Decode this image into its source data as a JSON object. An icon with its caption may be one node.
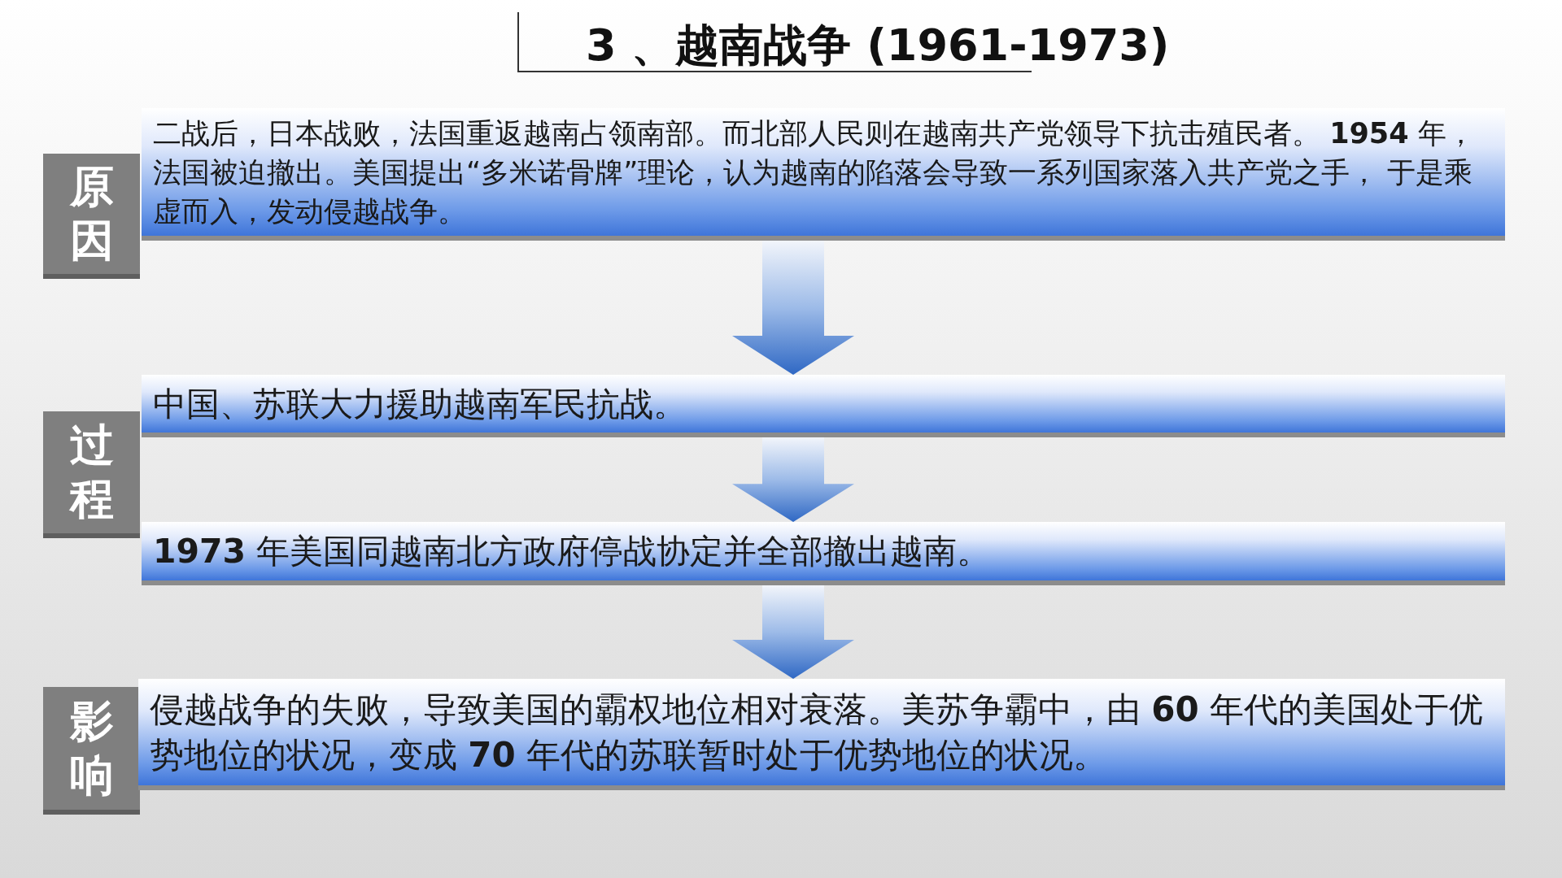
{
  "diagram": {
    "title": "3 、越南战争 (1961-1973)",
    "nodes": [
      {
        "text": [
          "原因"
        ]
      },
      {
        "text": [
          "二战后，日本战败，法国重返越南占领南部。而北部人民则在越南共产党领导下抗击殖民者。 **1954** 年，法国被迫撤出。美国提出“多米诺骨牌”理论，认为越南的陷落会导致一系列国家落入共产党之手， 于是乘虚而入，发动侵越战争。"
        ]
      },
      {
        "text": [
          "过程"
        ]
      },
      {
        "text": [
          "中国、苏联大力援助越南军民抗战。"
        ]
      },
      {
        "text": [
          "**1973** 年美国同越南北方政府停战协定并全部撤出越南。"
        ]
      },
      {
        "text": [
          "影响"
        ]
      },
      {
        "text": [
          "侵越战争的失败，导致美国的霸权地位相对衰落。美苏争霸中，由 **60** 年代的美国处于优势地位的状况，变成 **70** 年代的苏联暂时处于优势地位的状况。"
        ]
      }
    ],
    "edges": [
      {
        "from": 1,
        "to": 3,
        "arrow": "to"
      },
      {
        "from": 3,
        "to": 4,
        "arrow": "to"
      },
      {
        "from": 4,
        "to": 6,
        "arrow": "to"
      }
    ]
  }
}
